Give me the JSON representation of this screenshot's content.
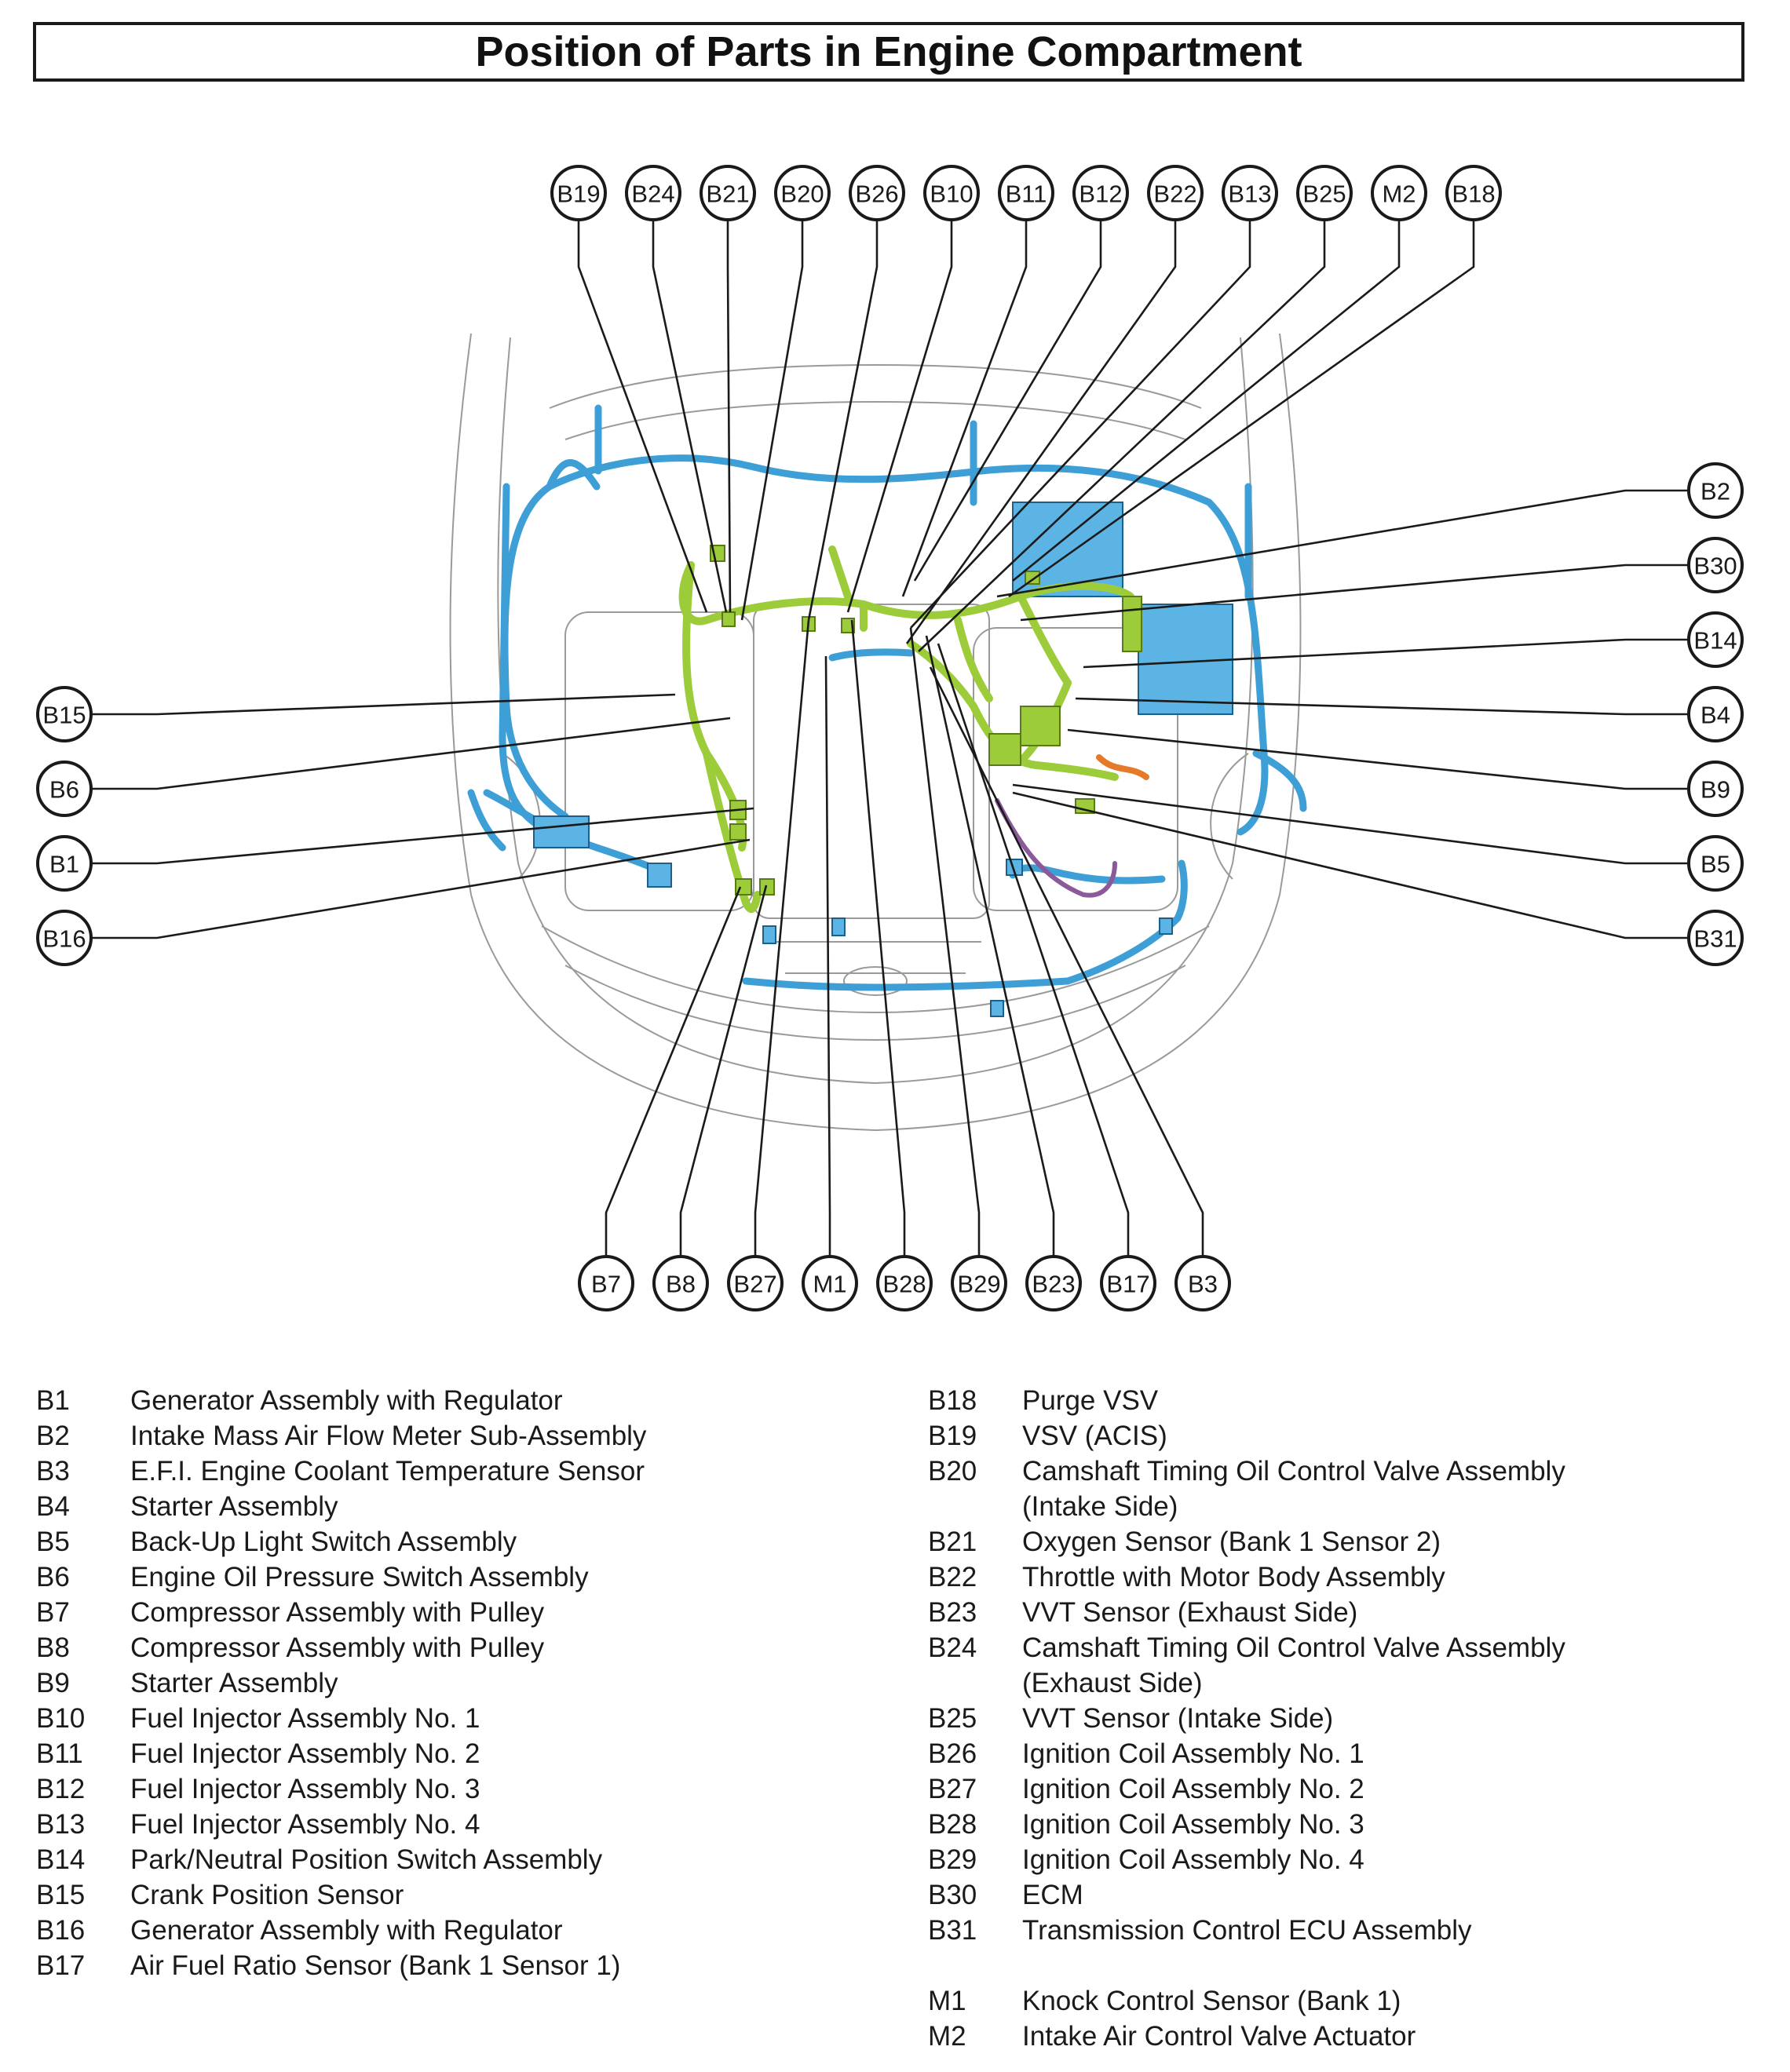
{
  "title": "Position of Parts in Engine Compartment",
  "callouts": {
    "top": [
      "B19",
      "B24",
      "B21",
      "B20",
      "B26",
      "B10",
      "B11",
      "B12",
      "B22",
      "B13",
      "B25",
      "M2",
      "B18"
    ],
    "right": [
      "B2",
      "B30",
      "B14",
      "B4",
      "B9",
      "B5",
      "B31"
    ],
    "left": [
      "B15",
      "B6",
      "B1",
      "B16"
    ],
    "bottom": [
      "B7",
      "B8",
      "B27",
      "M1",
      "B28",
      "B29",
      "B23",
      "B17",
      "B3"
    ]
  },
  "harness_colors": {
    "engine_room_main": "#3d9fd6",
    "engine_wire": "#9ccc3a",
    "accent_orange": "#e57a2a",
    "accent_purple": "#8a5a9a"
  },
  "legend_left": [
    {
      "code": "B1",
      "desc": "Generator Assembly with Regulator"
    },
    {
      "code": "B2",
      "desc": "Intake Mass Air Flow Meter Sub-Assembly"
    },
    {
      "code": "B3",
      "desc": "E.F.I. Engine Coolant Temperature Sensor"
    },
    {
      "code": "B4",
      "desc": "Starter Assembly"
    },
    {
      "code": "B5",
      "desc": "Back-Up Light Switch Assembly"
    },
    {
      "code": "B6",
      "desc": "Engine Oil Pressure Switch Assembly"
    },
    {
      "code": "B7",
      "desc": "Compressor Assembly with Pulley"
    },
    {
      "code": "B8",
      "desc": "Compressor Assembly with Pulley"
    },
    {
      "code": "B9",
      "desc": "Starter Assembly"
    },
    {
      "code": "B10",
      "desc": "Fuel Injector Assembly No. 1"
    },
    {
      "code": "B11",
      "desc": "Fuel Injector Assembly No. 2"
    },
    {
      "code": "B12",
      "desc": "Fuel Injector Assembly No. 3"
    },
    {
      "code": "B13",
      "desc": "Fuel Injector Assembly No. 4"
    },
    {
      "code": "B14",
      "desc": "Park/Neutral Position Switch Assembly"
    },
    {
      "code": "B15",
      "desc": "Crank Position Sensor"
    },
    {
      "code": "B16",
      "desc": "Generator Assembly with Regulator"
    },
    {
      "code": "B17",
      "desc": "Air Fuel Ratio Sensor (Bank 1 Sensor 1)"
    }
  ],
  "legend_right": [
    {
      "code": "B18",
      "desc": "Purge VSV"
    },
    {
      "code": "B19",
      "desc": "VSV (ACIS)"
    },
    {
      "code": "B20",
      "desc": "Camshaft Timing Oil Control Valve Assembly",
      "desc2": "(Intake Side)"
    },
    {
      "code": "B21",
      "desc": "Oxygen Sensor (Bank 1 Sensor 2)"
    },
    {
      "code": "B22",
      "desc": "Throttle with Motor Body Assembly"
    },
    {
      "code": "B23",
      "desc": "VVT Sensor (Exhaust Side)"
    },
    {
      "code": "B24",
      "desc": "Camshaft Timing Oil Control Valve Assembly",
      "desc2": "(Exhaust Side)"
    },
    {
      "code": "B25",
      "desc": "VVT Sensor (Intake Side)"
    },
    {
      "code": "B26",
      "desc": "Ignition Coil Assembly No. 1"
    },
    {
      "code": "B27",
      "desc": "Ignition Coil Assembly No. 2"
    },
    {
      "code": "B28",
      "desc": "Ignition Coil Assembly No. 3"
    },
    {
      "code": "B29",
      "desc": "Ignition Coil Assembly No. 4"
    },
    {
      "code": "B30",
      "desc": "ECM"
    },
    {
      "code": "B31",
      "desc": "Transmission Control ECU Assembly"
    },
    {
      "code": "M1",
      "desc": "Knock Control Sensor (Bank 1)"
    },
    {
      "code": "M2",
      "desc": "Intake Air Control Valve Actuator"
    }
  ]
}
